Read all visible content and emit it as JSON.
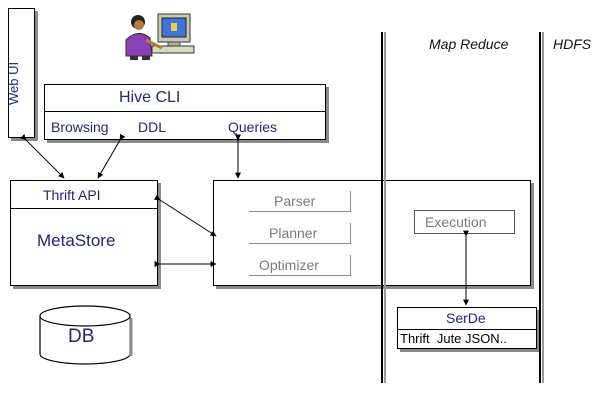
{
  "web_ui": {
    "label": "Web UI"
  },
  "hive_cli": {
    "title": "Hive CLI",
    "items": [
      "Browsing",
      "DDL",
      "Queries"
    ]
  },
  "thrift_api": {
    "label": "Thrift API"
  },
  "metastore": {
    "label": "MetaStore"
  },
  "db": {
    "label": "DB"
  },
  "driver": {
    "parser": "Parser",
    "planner": "Planner",
    "optimizer": "Optimizer",
    "execution": "Execution"
  },
  "serde": {
    "title": "SerDe",
    "formats": "Thrift  Jute JSON.."
  },
  "columns": {
    "map_reduce": "Map Reduce",
    "hdfs": "HDFS"
  },
  "colors": {
    "label_blue": "#1a2a7a",
    "muted_gray": "#7a7a7a",
    "shadow": "#8a8a8a"
  }
}
